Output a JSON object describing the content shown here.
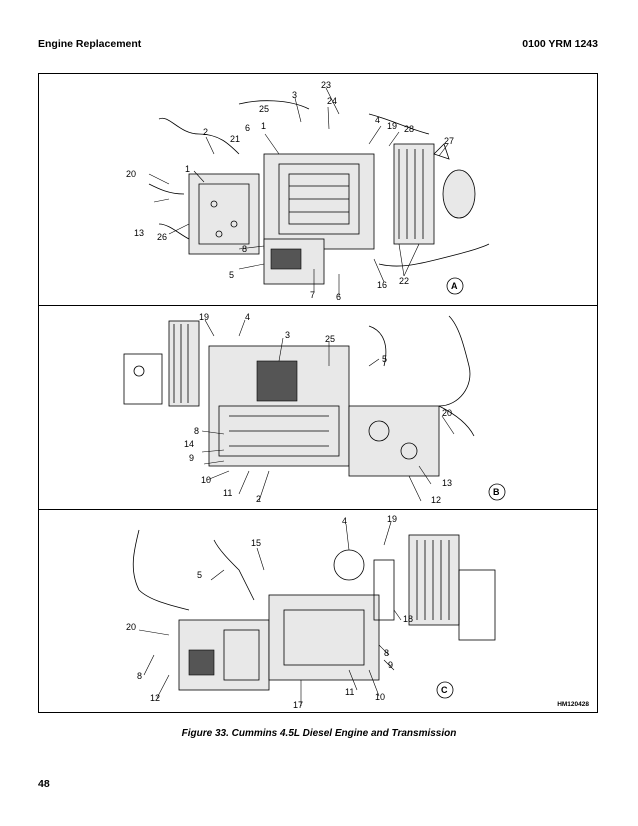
{
  "header": {
    "title": "Engine Replacement",
    "doc_number": "0100 YRM 1243"
  },
  "figure": {
    "caption": "Figure 33. Cummins 4.5L Diesel Engine and Transmission",
    "drawing_id": "HM120428",
    "panels": [
      {
        "letter": "A",
        "callouts": [
          "23",
          "3",
          "25",
          "24",
          "6",
          "1",
          "4",
          "19",
          "28",
          "27",
          "2",
          "21",
          "20",
          "1",
          "13",
          "26",
          "8",
          "5",
          "7",
          "6",
          "16",
          "22"
        ]
      },
      {
        "letter": "B",
        "callouts": [
          "19",
          "4",
          "3",
          "25",
          "5",
          "20",
          "8",
          "14",
          "9",
          "10",
          "11",
          "2",
          "13",
          "12"
        ]
      },
      {
        "letter": "C",
        "callouts": [
          "4",
          "19",
          "15",
          "5",
          "18",
          "20",
          "8",
          "9",
          "12",
          "17",
          "11",
          "10",
          "8"
        ]
      }
    ]
  },
  "footer": {
    "page_number": "48"
  }
}
